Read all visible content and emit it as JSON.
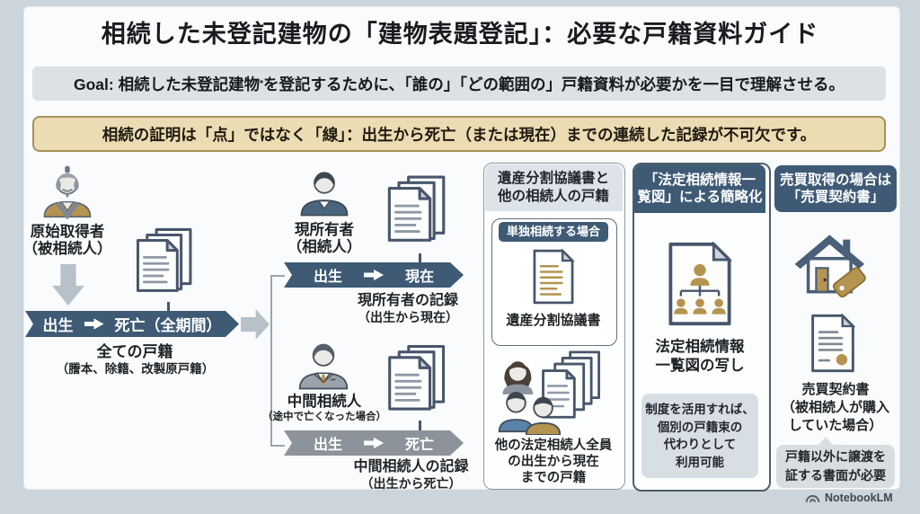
{
  "header": {
    "title": "相続した未登記建物の「建物表題登記」：必要な戸籍資料ガイド",
    "goal_prefix": "Goal: 相続した未登記建物",
    "goal_mark": "*",
    "goal_suffix": "を登記するために、「誰の」「どの範囲の」戸籍資料が必要かを一目で理解させる。",
    "key_message": "相続の証明は「点」ではなく「線」：出生から死亡（または現在）までの連続した記録が不可欠です。"
  },
  "col1": {
    "person_line1": "原始取得者",
    "person_line2": "（被相続人）",
    "timeline_start": "出生",
    "timeline_end": "死亡（全期間）",
    "docs_title": "全ての戸籍",
    "docs_subtitle": "（謄本、除籍、改製原戸籍）"
  },
  "col2": {
    "owner_line1": "現所有者",
    "owner_line2": "（相続人）",
    "owner_timeline_start": "出生",
    "owner_timeline_end": "現在",
    "owner_record_line1": "現所有者の記録",
    "owner_record_line2": "（出生から現在）",
    "mid_line1": "中間相続人",
    "mid_line2": "（途中で亡くなった場合）",
    "mid_timeline_start": "出生",
    "mid_timeline_end": "死亡",
    "mid_record_line1": "中間相続人の記録",
    "mid_record_line2": "（出生から死亡）"
  },
  "col3": {
    "header_line1": "遺産分割協議書と",
    "header_line2": "他の相続人の戸籍",
    "badge": "単独相続する場合",
    "doc_label": "遺産分割協議書",
    "note_line1": "他の法定相続人全員",
    "note_line2": "の出生から現在",
    "note_line3": "までの戸籍"
  },
  "col4": {
    "header_line1": "「法定相続情報一",
    "header_line2": "覧図」による簡略化",
    "doc_label_line1": "法定相続情報",
    "doc_label_line2": "一覧図の写し",
    "note_line1": "制度を活用すれば、",
    "note_line2": "個別の戸籍束の",
    "note_line3": "代わりとして",
    "note_line4": "利用可能"
  },
  "col5": {
    "header_line1": "売買取得の場合は",
    "header_line2": "「売買契約書」",
    "doc_label_line1": "売買契約書",
    "doc_label_line2": "（被相続人が購入",
    "doc_label_line3": "していた場合）",
    "note_line1": "戸籍以外に譲渡を",
    "note_line2": "証する書面が必要"
  },
  "footer": {
    "brand": "NotebookLM"
  },
  "colors": {
    "accent_blue": "#3e5a75",
    "ribbon_gray": "#8d939a",
    "gold": "#b5944f",
    "key_bar_bg": "#ecdcb3",
    "key_bar_border": "#a6905b",
    "goal_bar_bg": "#dce1e5",
    "note_bg": "#d8dfe4",
    "page_bg": "#ccd5db",
    "panel_bg": "#fafbfc"
  },
  "icons": {
    "elder-person-icon": "👴",
    "owner-person-icon": "👤",
    "suit-person-icon": "👔",
    "people-group-icon": "👥",
    "document-stack-icon": "📑",
    "agreement-document-icon": "📄",
    "family-tree-document-icon": "🗂",
    "house-tag-icon": "🏠",
    "contract-document-icon": "📃",
    "down-arrow-icon": "⬇",
    "right-arrow-icon": "➡",
    "timeline-arrow-icon": "➡",
    "notebooklm-logo-icon": "∩"
  }
}
